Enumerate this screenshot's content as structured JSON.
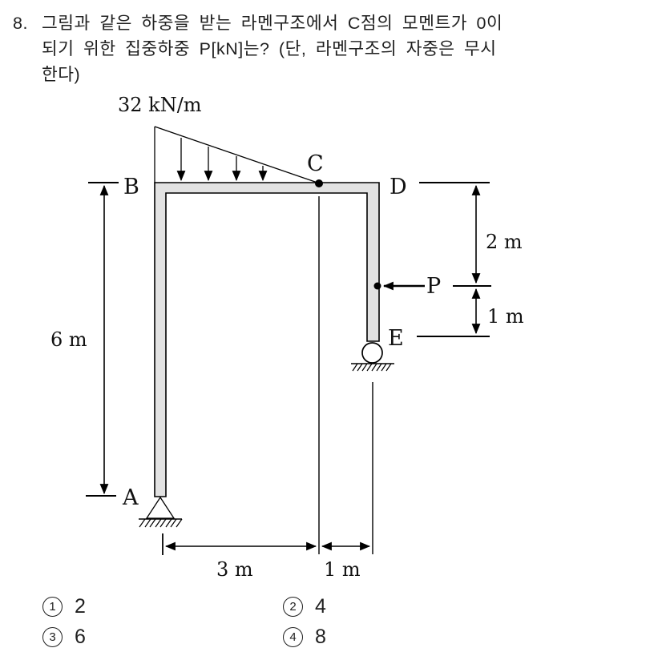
{
  "question": {
    "number": "8.",
    "lines": [
      "그림과 같은 하중을 받는 라멘구조에서 C점의 모멘트가 0이",
      "되기 위한 집중하중 P[kN]는? (단, 라멘구조의 자중은 무시",
      "한다)"
    ]
  },
  "diagram": {
    "distributed_load_label": "32 kN/m",
    "point_load_label": "P",
    "nodes": {
      "A": "A",
      "B": "B",
      "C": "C",
      "D": "D",
      "E": "E"
    },
    "dims": {
      "left_height": "6 m",
      "right_upper": "2 m",
      "right_lower": "1 m",
      "bottom_left": "3 m",
      "bottom_right": "1 m"
    },
    "supports": {
      "a": "pin",
      "e": "roller"
    },
    "colors": {
      "frame_fill": "#e2e2e2",
      "line": "#000000"
    }
  },
  "choices": [
    {
      "marker": "1",
      "value": "2"
    },
    {
      "marker": "2",
      "value": "4"
    },
    {
      "marker": "3",
      "value": "6"
    },
    {
      "marker": "4",
      "value": "8"
    }
  ]
}
